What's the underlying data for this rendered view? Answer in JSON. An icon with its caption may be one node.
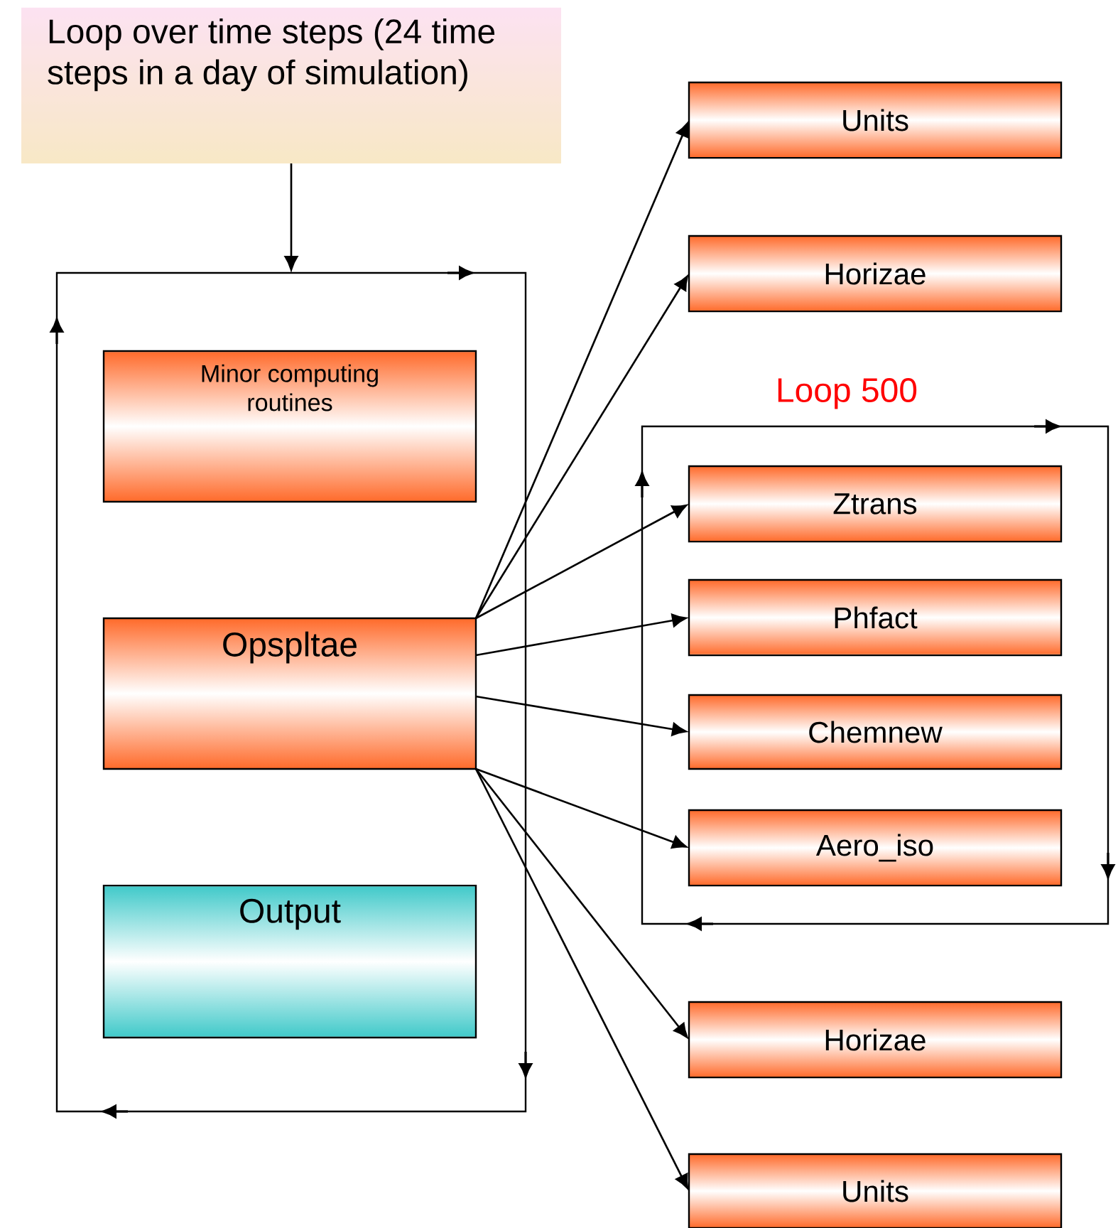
{
  "diagram": {
    "nodes": [
      {
        "text": [
          "Loop over  time steps (24 time steps in a day of simulation)"
        ]
      },
      {
        "text": [],
        "shape": "box"
      },
      {
        "text": [
          "Minor computing routines"
        ],
        "in": 1
      },
      {
        "text": [
          "Opspltae"
        ],
        "in": 1
      },
      {
        "text": [
          "Output"
        ],
        "in": 1
      },
      {
        "text": [
          "Units"
        ]
      },
      {
        "text": [
          "Horizae"
        ]
      },
      {
        "text": [
          "Loop 500"
        ]
      },
      {
        "text": [
          "Ztrans"
        ],
        "in": 7
      },
      {
        "text": [
          "Phfact"
        ],
        "in": 7
      },
      {
        "text": [
          "Chemnew"
        ],
        "in": 7
      },
      {
        "text": [
          "Aero_iso"
        ],
        "in": 7
      },
      {
        "text": [
          "Horizae"
        ]
      },
      {
        "text": [
          "Units"
        ]
      }
    ],
    "edges": [
      {
        "from": 0,
        "to": 1,
        "arrow": "to"
      },
      {
        "from": 3,
        "to": 5,
        "arrow": "to"
      },
      {
        "from": 3,
        "to": 6,
        "arrow": "to"
      },
      {
        "from": 3,
        "to": 8,
        "arrow": "to"
      },
      {
        "from": 3,
        "to": 9,
        "arrow": "to"
      },
      {
        "from": 3,
        "to": 10,
        "arrow": "to"
      },
      {
        "from": 3,
        "to": 11,
        "arrow": "to"
      },
      {
        "from": 3,
        "to": 12,
        "arrow": "to"
      },
      {
        "from": 3,
        "to": 13,
        "arrow": "to"
      }
    ]
  }
}
